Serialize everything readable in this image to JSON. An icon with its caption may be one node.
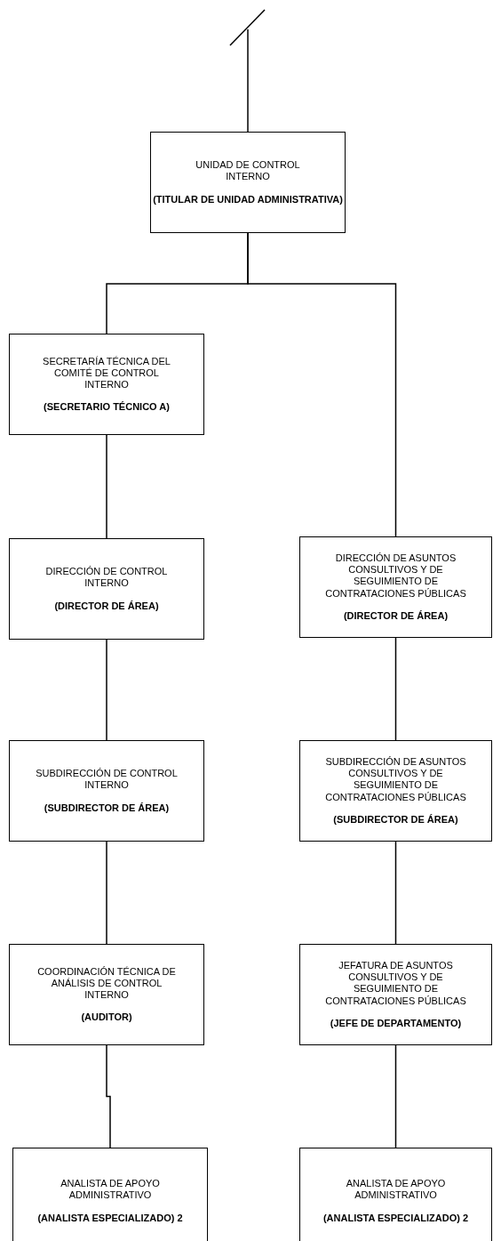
{
  "diagram": {
    "nodes": [
      {
        "text": [
          "UNIDAD DE CONTROL INTERNO",
          "(TITULAR DE UNIDAD ADMINISTRATIVA)"
        ]
      },
      {
        "text": [
          "SECRETARÍA TÉCNICA DEL COMITÉ DE CONTROL INTERNO",
          "(SECRETARIO TÉCNICO A)"
        ]
      },
      {
        "text": [
          "DIRECCIÓN DE CONTROL INTERNO",
          "(DIRECTOR DE ÁREA)"
        ]
      },
      {
        "text": [
          "DIRECCIÓN DE ASUNTOS CONSULTIVOS Y DE SEGUIMIENTO DE CONTRATACIONES PÚBLICAS",
          "(DIRECTOR DE ÁREA)"
        ]
      },
      {
        "text": [
          "SUBDIRECCIÓN DE CONTROL INTERNO",
          "(SUBDIRECTOR DE ÁREA)"
        ]
      },
      {
        "text": [
          "SUBDIRECCIÓN DE ASUNTOS CONSULTIVOS Y DE SEGUIMIENTO DE CONTRATACIONES PÚBLICAS",
          "(SUBDIRECTOR DE ÁREA)"
        ]
      },
      {
        "text": [
          "COORDINACIÓN TÉCNICA DE ANÁLISIS DE CONTROL INTERNO",
          "(AUDITOR)"
        ]
      },
      {
        "text": [
          "JEFATURA DE ASUNTOS CONSULTIVOS Y DE SEGUIMIENTO DE CONTRATACIONES PÚBLICAS",
          "(JEFE DE DEPARTAMENTO)"
        ]
      },
      {
        "text": [
          "ANALISTA DE APOYO ADMINISTRATIVO",
          "(ANALISTA ESPECIALIZADO) 2"
        ]
      },
      {
        "text": [
          "ANALISTA DE APOYO ADMINISTRATIVO",
          "(ANALISTA ESPECIALIZADO) 2"
        ]
      }
    ],
    "edges": [
      {
        "from": null,
        "to": 0,
        "arrow": "none"
      },
      {
        "from": 0,
        "to": 1,
        "arrow": "none"
      },
      {
        "from": 0,
        "to": 3,
        "arrow": "none"
      },
      {
        "from": 1,
        "to": 2,
        "arrow": "none"
      },
      {
        "from": 2,
        "to": 4,
        "arrow": "none"
      },
      {
        "from": 4,
        "to": 6,
        "arrow": "none"
      },
      {
        "from": 6,
        "to": 8,
        "arrow": "none"
      },
      {
        "from": 3,
        "to": 5,
        "arrow": "none"
      },
      {
        "from": 5,
        "to": 7,
        "arrow": "none"
      },
      {
        "from": 7,
        "to": 9,
        "arrow": "none"
      }
    ]
  }
}
